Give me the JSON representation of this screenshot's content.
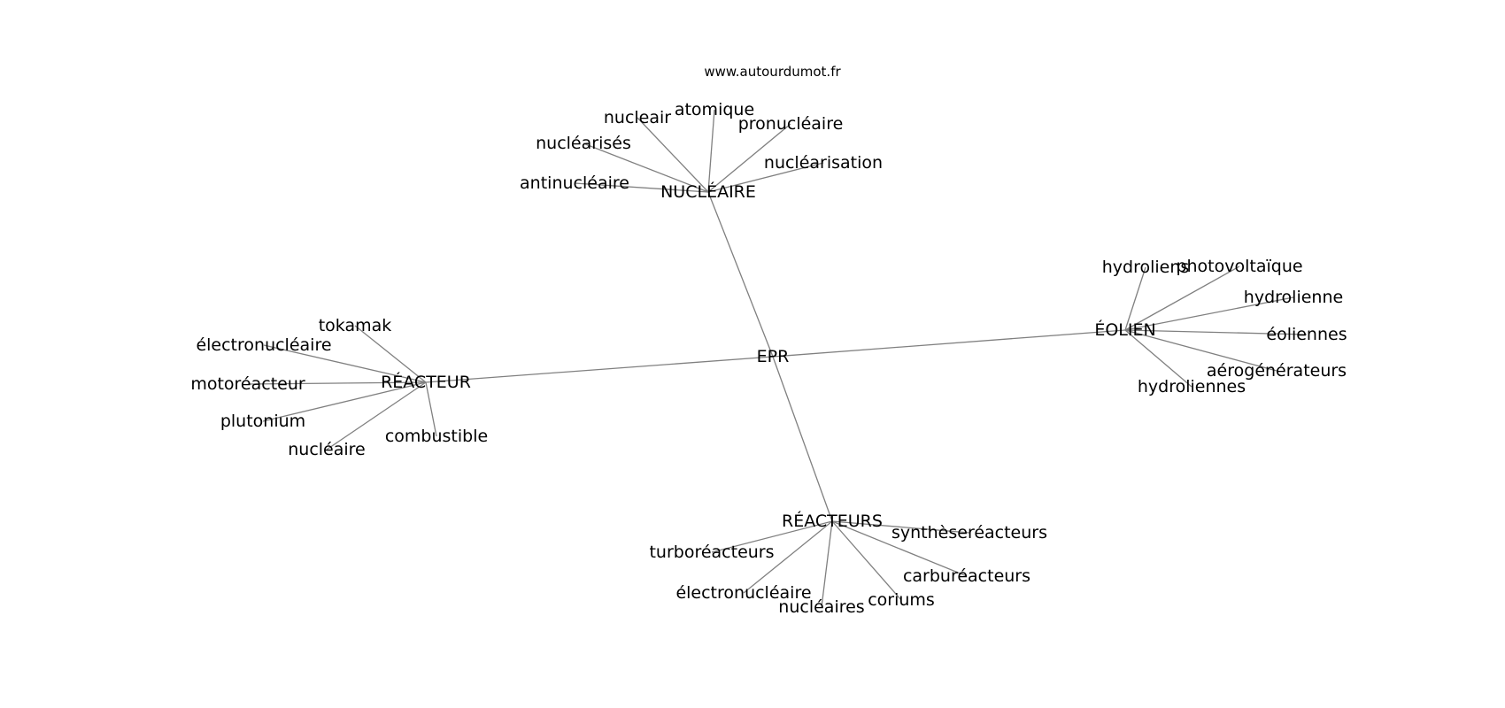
{
  "site": "www.autourdumot.fr",
  "graph": {
    "center": "EPR",
    "hubs": [
      {
        "id": "nucleaire_hub",
        "label": "NUCLÉAIRE",
        "words": [
          "nucleair",
          "atomique",
          "pronucléaire",
          "nucléarisés",
          "nucléarisation",
          "antinucléaire"
        ]
      },
      {
        "id": "eolien_hub",
        "label": "ÉOLIEN",
        "words": [
          "hydroliens",
          "photovoltaïque",
          "hydrolienne",
          "éoliennes",
          "aérogénérateurs",
          "hydroliennes"
        ]
      },
      {
        "id": "reacteur_hub",
        "label": "RÉACTEUR",
        "words": [
          "tokamak",
          "électronucléaire",
          "motoréacteur",
          "plutonium",
          "nucléaire",
          "combustible"
        ]
      },
      {
        "id": "reacteurs_hub",
        "label": "RÉACTEURS",
        "words": [
          "synthèseréacteurs",
          "turboréacteurs",
          "carburéacteurs",
          "électronucléaire",
          "nucléaires",
          "coriums"
        ]
      }
    ]
  }
}
